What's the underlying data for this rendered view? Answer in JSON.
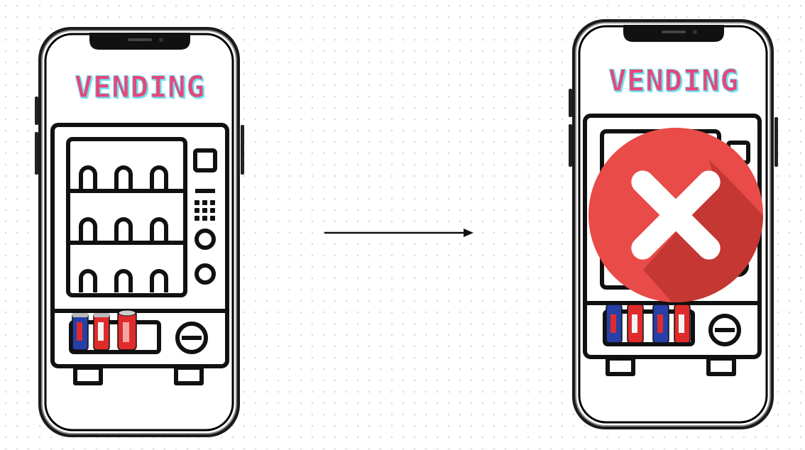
{
  "diagram": {
    "before_phone": {
      "title": "VENDING",
      "state": "working vending machine"
    },
    "after_phone": {
      "title": "VENDING",
      "state": "failed",
      "overlay_icon": "close-icon"
    },
    "arrow_icon": "arrow-right-icon"
  },
  "colors": {
    "title_fill": "#e8457a",
    "title_shadow": "#6fe3ee",
    "x_red": "#e94b48",
    "x_shadow": "#c43733",
    "can_red": "#e02b2b",
    "can_blue": "#2740a8",
    "outline": "#111111"
  }
}
